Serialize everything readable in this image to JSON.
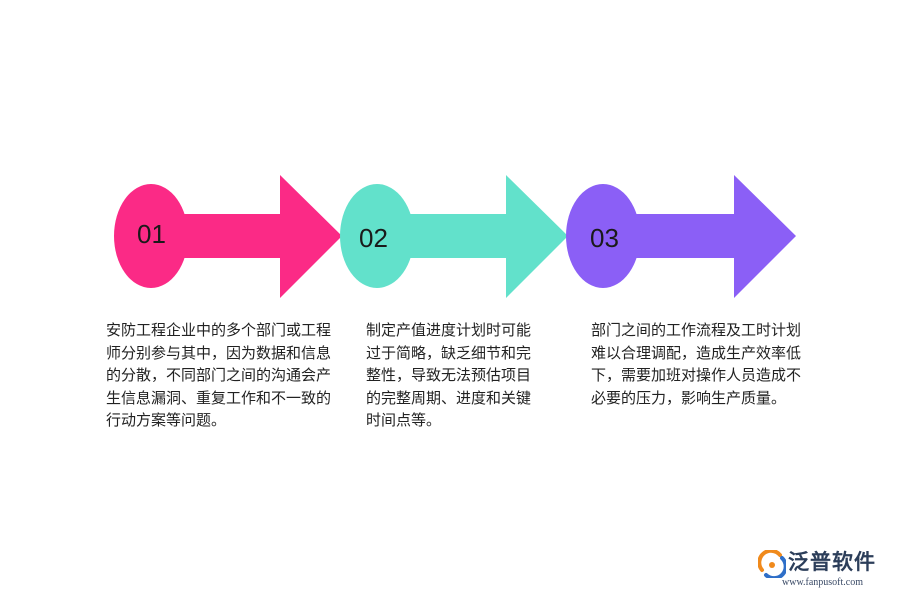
{
  "steps": [
    {
      "number": "01",
      "color": "#fb2a86",
      "text": "安防工程企业中的多个部门或工程师分别参与其中，因为数据和信息的分散，不同部门之间的沟通会产生信息漏洞、重复工作和不一致的行动方案等问题。"
    },
    {
      "number": "02",
      "color": "#62e1cb",
      "text": "制定产值进度计划时可能过于简略，缺乏细节和完整性，导致无法预估项目的完整周期、进度和关键时间点等。"
    },
    {
      "number": "03",
      "color": "#8b5ff6",
      "text": "部门之间的工作流程及工时计划难以合理调配，造成生产效率低下，需要加班对操作人员造成不必要的压力，影响生产质量。"
    }
  ],
  "logo": {
    "name": "泛普软件",
    "url": "www.fanpusoft.com",
    "colors": {
      "orange": "#f08a1c",
      "blue": "#2f6fc8"
    }
  }
}
